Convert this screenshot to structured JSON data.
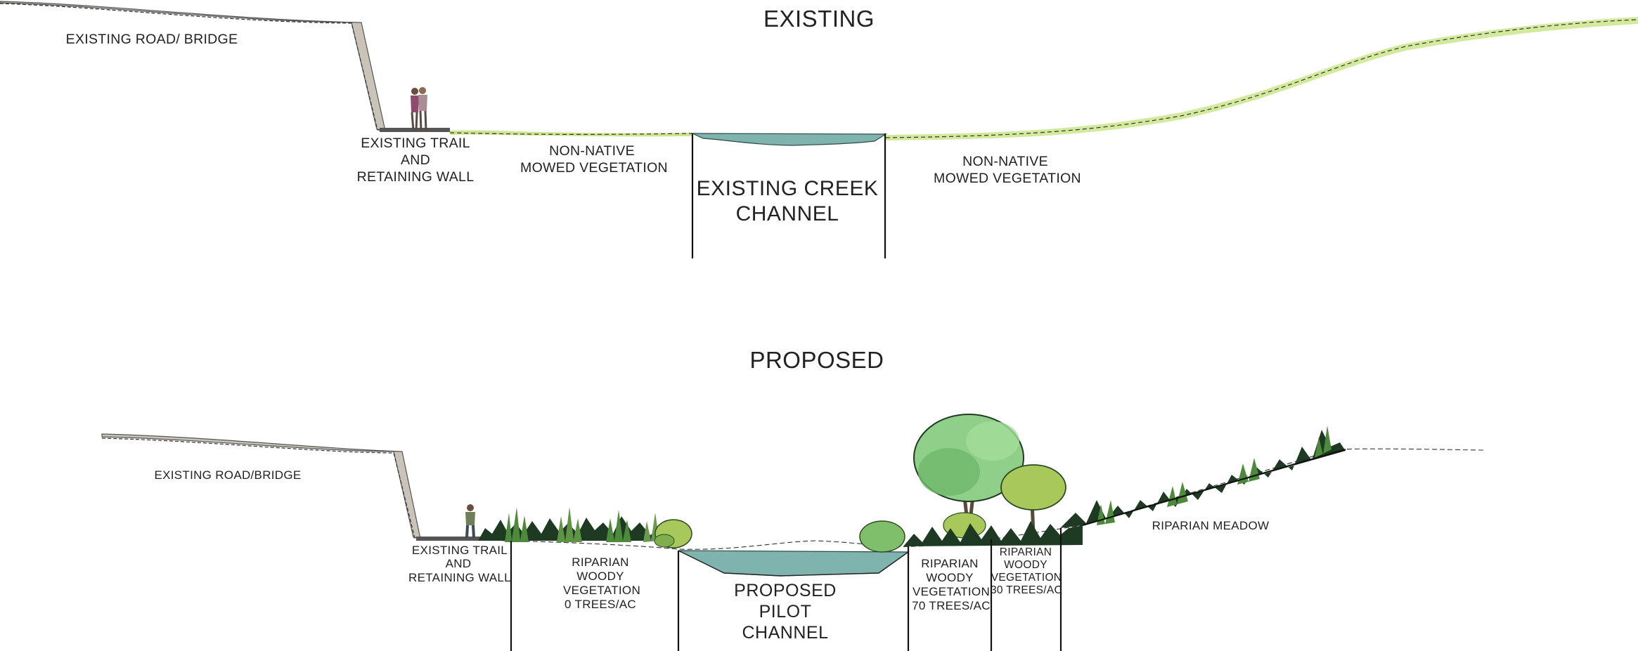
{
  "sections": {
    "existing": {
      "title": "EXISTING",
      "labels": {
        "road": "EXISTING ROAD/ BRIDGE",
        "trail": [
          "EXISTING TRAIL",
          "AND",
          "RETAINING WALL"
        ],
        "veg_left": [
          "NON-NATIVE",
          "MOWED VEGETATION"
        ],
        "channel": [
          "EXISTING CREEK",
          "CHANNEL"
        ],
        "veg_right": [
          "NON-NATIVE",
          "MOWED VEGETATION"
        ]
      }
    },
    "proposed": {
      "title": "PROPOSED",
      "labels": {
        "road": "EXISTING ROAD/BRIDGE",
        "trail": [
          "EXISTING TRAIL",
          "AND",
          "RETAINING WALL"
        ],
        "riparian_left": [
          "RIPARIAN",
          "WOODY",
          "VEGETATION",
          "0 TREES/AC"
        ],
        "channel": [
          "PROPOSED",
          "PILOT",
          "CHANNEL"
        ],
        "riparian_70": [
          "RIPARIAN",
          "WOODY",
          "VEGETATION",
          "70 TREES/AC"
        ],
        "riparian_30": [
          "RIPARIAN",
          "WOODY",
          "VEGETATION",
          "30 TREES/AC"
        ],
        "meadow": "RIPARIAN MEADOW"
      }
    }
  },
  "colors": {
    "water": "#7fb3ad",
    "grass": "#c4e27a",
    "road": "#c9c3b8",
    "foliage_dark": "#1f3a22",
    "foliage_mid": "#4e8a3c",
    "tree_light": "#8fcf8a",
    "tree_yellow": "#a8c85a"
  },
  "icons": [
    "pedestrian-couple-icon",
    "pedestrian-icon",
    "tree-icon",
    "shrub-icon"
  ]
}
